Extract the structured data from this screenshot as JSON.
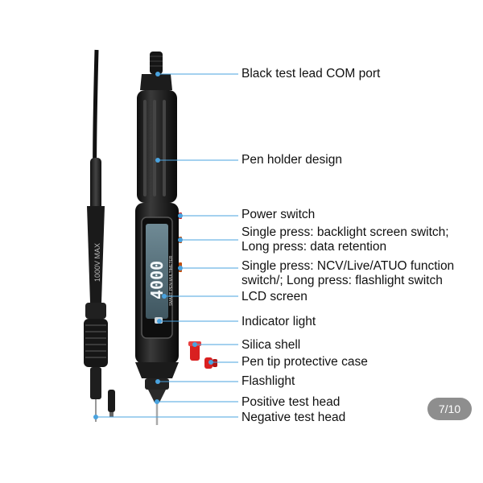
{
  "labels": [
    {
      "id": "com-port",
      "text": "Black test lead COM port"
    },
    {
      "id": "pen-holder",
      "text": "Pen holder design"
    },
    {
      "id": "power-switch",
      "text": "Power switch"
    },
    {
      "id": "backlight-1",
      "text": "Single press: backlight screen switch;"
    },
    {
      "id": "backlight-2",
      "text": "Long press: data retention"
    },
    {
      "id": "ncv-1",
      "text": "Single press: NCV/Live/ATUO function"
    },
    {
      "id": "ncv-2",
      "text": "switch/; Long press: flashlight switch"
    },
    {
      "id": "lcd",
      "text": "LCD screen"
    },
    {
      "id": "indicator",
      "text": "Indicator light"
    },
    {
      "id": "silica",
      "text": "Silica shell"
    },
    {
      "id": "tip-case",
      "text": "Pen tip protective case"
    },
    {
      "id": "flashlight",
      "text": "Flashlight"
    },
    {
      "id": "positive",
      "text": "Positive test head"
    },
    {
      "id": "negative",
      "text": "Negative test head"
    }
  ],
  "device": {
    "probe_text": "1000V MAX",
    "lcd_reading": "4000",
    "side_text": "SMART PEN MULTIMETER"
  },
  "pager": "7/10",
  "colors": {
    "leader": "#4aa3df",
    "body": "#1f1f1f",
    "accent_red": "#d92020"
  }
}
